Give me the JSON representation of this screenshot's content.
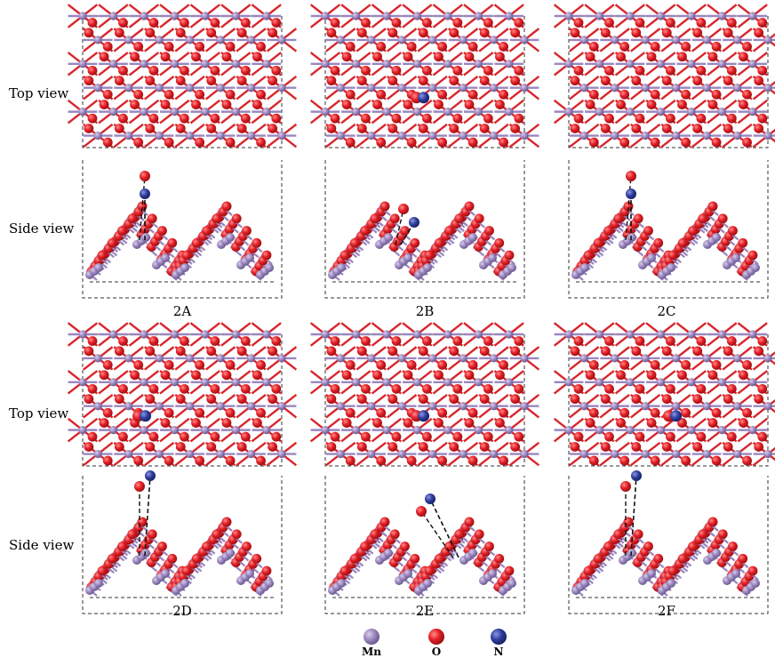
{
  "row_labels": {
    "top": "Top view",
    "side": "Side view"
  },
  "panel_labels": [
    "2A",
    "2B",
    "2C",
    "2D",
    "2E",
    "2F"
  ],
  "legend": [
    {
      "label": "Mn",
      "color": "#a48fc4"
    },
    {
      "label": "O",
      "color": "#e6262d"
    },
    {
      "label": "N",
      "color": "#3a45a8"
    }
  ],
  "colors": {
    "mn": "#9c88c0",
    "mn_dark": "#7a66a2",
    "o": "#e31e24",
    "o_dark": "#a8141a",
    "n": "#2f3d9e",
    "n_dark": "#1d2770",
    "bond_mn": "#9a86bf",
    "bond_o": "#d8262c",
    "cell_line": "#333333"
  },
  "panels": [
    {
      "name": "2A",
      "top_n": false,
      "side_type": "nitrosyl-vertical"
    },
    {
      "name": "2B",
      "top_n": true,
      "side_type": "nitrosyl-tilted"
    },
    {
      "name": "2C",
      "top_n": false,
      "side_type": "nitrosyl-vertical"
    },
    {
      "name": "2D",
      "top_n": true,
      "side_type": "nitrosyl-bent"
    },
    {
      "name": "2E",
      "top_n": true,
      "side_type": "nitrosyl-bridged"
    },
    {
      "name": "2F",
      "top_n": true,
      "side_type": "nitrosyl-bent"
    }
  ]
}
